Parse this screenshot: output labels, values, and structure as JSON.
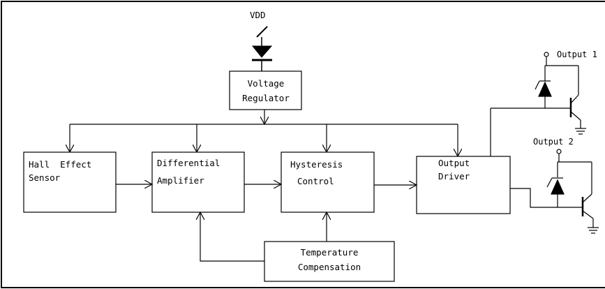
{
  "supply": {
    "label": "VDD"
  },
  "blocks": {
    "voltage_regulator": {
      "line1": "Voltage",
      "line2": "Regulator"
    },
    "hall_sensor": {
      "line1": "Hall  Effect",
      "line2": "Sensor"
    },
    "diff_amp": {
      "line1": "Differential",
      "line2": "Amplifier"
    },
    "hysteresis": {
      "line1": "Hysteresis",
      "line2": "Control"
    },
    "output_driver": {
      "line1": "Output",
      "line2": "Driver"
    },
    "temp_comp": {
      "line1": "Temperature",
      "line2": "Compensation"
    }
  },
  "outputs": {
    "output1": "Output 1",
    "output2": "Output 2"
  }
}
